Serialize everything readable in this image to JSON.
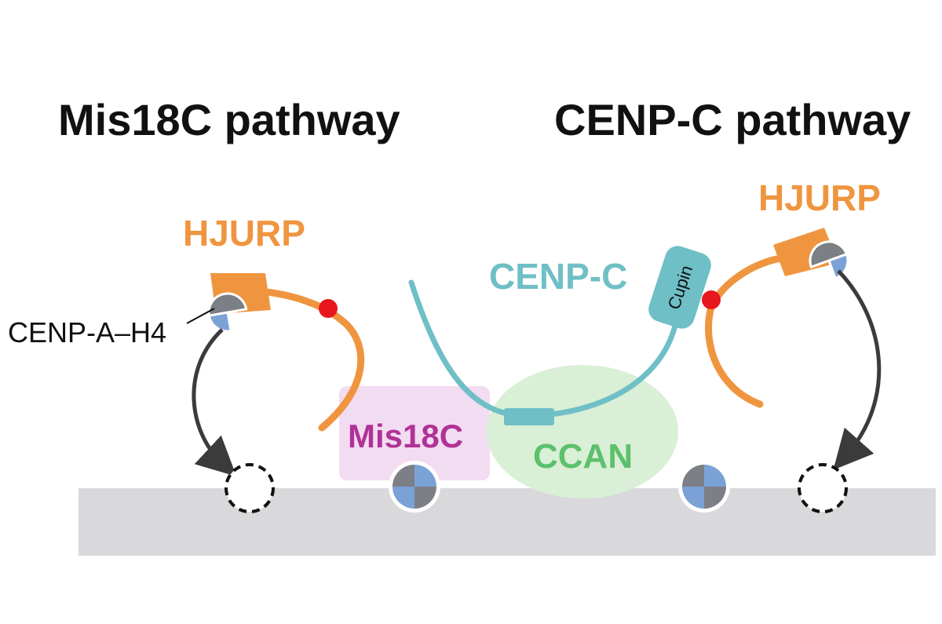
{
  "titles": {
    "left": "Mis18C pathway",
    "right": "CENP-C pathway"
  },
  "labels": {
    "hjurp_left": "HJURP",
    "hjurp_right": "HJURP",
    "cenp_a_h4": "CENP-A–H4",
    "cenp_c": "CENP-C",
    "cupin": "Cupin",
    "mis18c": "Mis18C",
    "ccan": "CCAN"
  },
  "colors": {
    "hjurp": "#f0953f",
    "cenp_c": "#6fbfc6",
    "mis18c_text": "#b03296",
    "mis18c_box": "#f2dcf2",
    "ccan_text": "#5cc06c",
    "ccan_blob": "#d9efd6",
    "chromatin": "#d9d9db",
    "nucleosome_blue": "#7ba2d6",
    "nucleosome_gray": "#7d7f86",
    "contact_dot": "#e8161e",
    "arrow": "#3b3b3b"
  }
}
